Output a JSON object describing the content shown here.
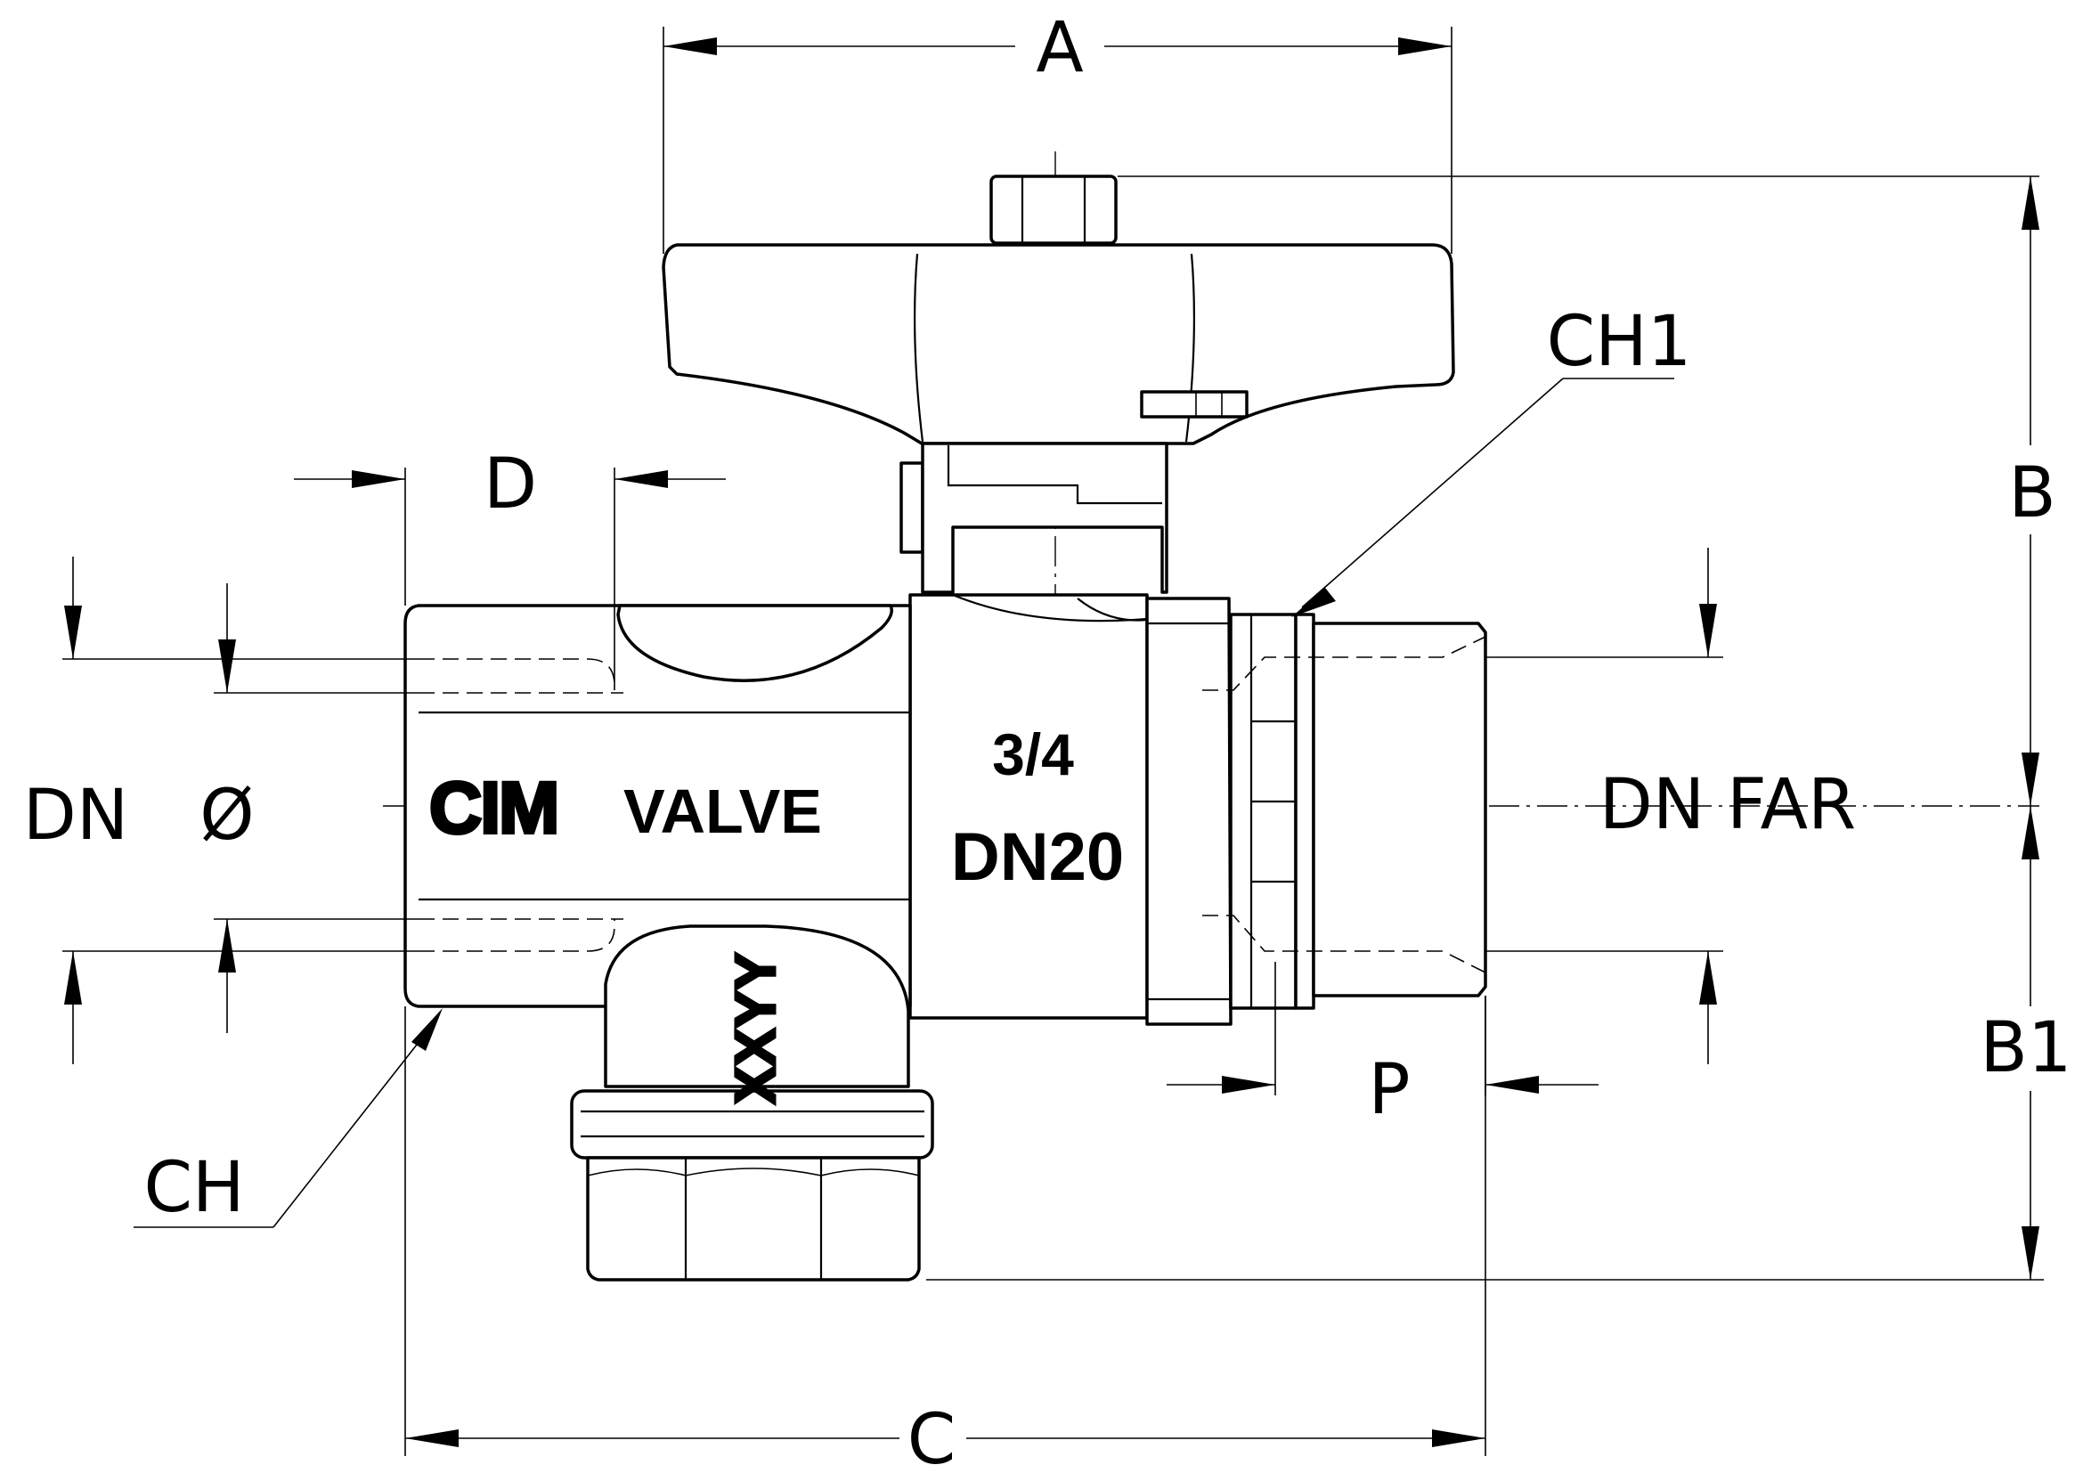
{
  "dimensions": {
    "a": "A",
    "b": "B",
    "b1": "B1",
    "c": "C",
    "d": "D",
    "p": "P",
    "dn_left": "DN",
    "diameter": "Ø",
    "dn_far": "DN FAR",
    "ch": "CH",
    "ch1": "CH1"
  },
  "body_marks": {
    "brand_logo": "CIM",
    "brand_word": "VALVE",
    "size_inch": "3/4",
    "size_dn": "DN20",
    "code": "XXYY"
  }
}
